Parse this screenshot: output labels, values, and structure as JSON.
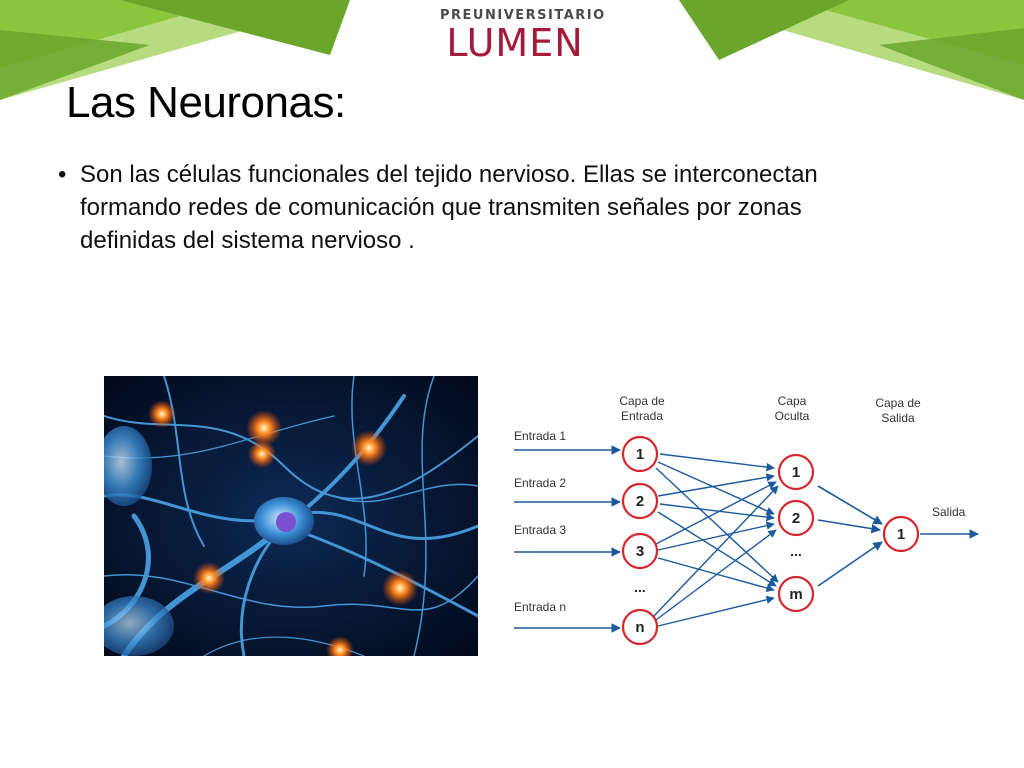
{
  "colors": {
    "deco_dark": "#6aa62c",
    "deco_mid": "#8cc63f",
    "deco_light": "#b7dc80",
    "logo_red": "#a31a3b",
    "node_red": "#d6262c",
    "arrow_blue": "#1c5a9c"
  },
  "logo": {
    "top": "PREUNIVERSITARIO",
    "main": "LUMEN"
  },
  "slide": {
    "title": "Las Neuronas:",
    "bullet": "Son las células funcionales del tejido nervioso. Ellas se interconectan formando redes de comunicación que transmiten señales por zonas definidas del sistema nervioso ."
  },
  "photo": {
    "icon": "neuron-photo"
  },
  "network": {
    "layers": [
      {
        "label_line1": "Capa de",
        "label_line2": "Entrada"
      },
      {
        "label_line1": "Capa",
        "label_line2": "Oculta"
      },
      {
        "label_line1": "Capa de",
        "label_line2": "Salida"
      }
    ],
    "inputs": [
      "Entrada 1",
      "Entrada 2",
      "Entrada 3",
      "Entrada n"
    ],
    "input_nodes": [
      "1",
      "2",
      "3",
      "n"
    ],
    "input_ellipsis": "...",
    "hidden_nodes": [
      "1",
      "2",
      "m"
    ],
    "hidden_ellipsis": "...",
    "output_nodes": [
      "1"
    ],
    "output_label": "Salida"
  }
}
